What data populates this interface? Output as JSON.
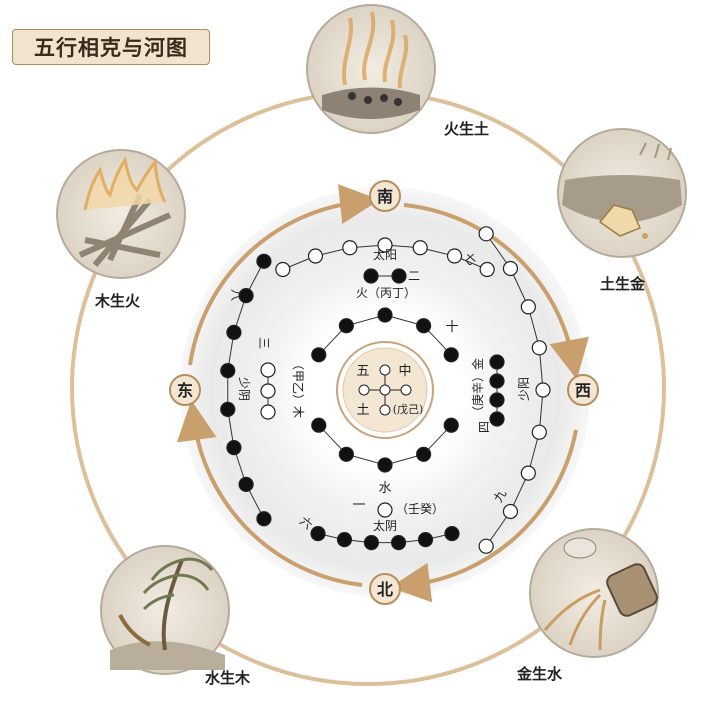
{
  "title": "五行相克与河图",
  "colors": {
    "outer_ring": "#dcc09a",
    "arrow": "#c9a06d",
    "dot_yang": "#ffffff",
    "dot_yin": "#111111",
    "badge_fill": "#f3e6d2",
    "badge_stroke": "#b58d5e",
    "center_fill": "#f3e6d2"
  },
  "cycle": {
    "fire_earth": "火生土",
    "earth_metal": "土生金",
    "metal_water": "金生水",
    "water_wood": "水生木",
    "wood_fire": "木生火"
  },
  "directions": {
    "south": "南",
    "west": "西",
    "north": "北",
    "east": "东"
  },
  "center": {
    "num": "五",
    "mid": "中",
    "element": "土",
    "stems": "(戊己)"
  },
  "south": {
    "yang_label": "太阳",
    "yang_num": "七",
    "yin_num": "二",
    "element_stems": "火（丙丁）",
    "inner_num": "十"
  },
  "north": {
    "yin_label": "太阴",
    "yin_num": "六",
    "yang_num": "一",
    "element": "水",
    "stems": "（壬癸）"
  },
  "east": {
    "yin_num": "八",
    "yin_label": "少阴",
    "yang_num": "三",
    "stems": "（甲乙）木"
  },
  "west": {
    "yang_label": "少阳",
    "yang_num": "九",
    "yin_num": "四",
    "stems": "（庚辛）金"
  }
}
